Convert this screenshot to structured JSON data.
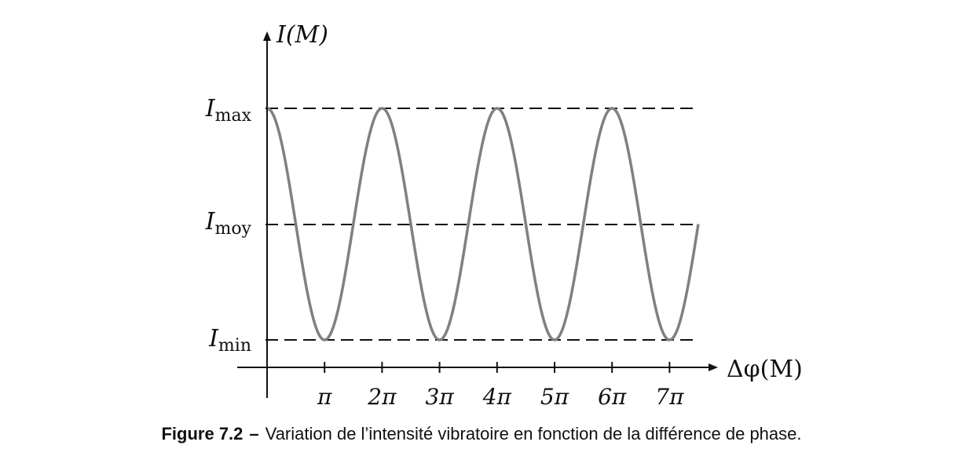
{
  "chart_data": {
    "type": "line",
    "title": "",
    "ylabel": "I(M)",
    "xlabel": "Δφ(M)",
    "x_range_pi": [
      0,
      7.5
    ],
    "y_levels": [
      {
        "key": "max",
        "label": "I",
        "sub": "max",
        "value": 1
      },
      {
        "key": "moy",
        "label": "I",
        "sub": "moy",
        "value": 0
      },
      {
        "key": "min",
        "label": "I",
        "sub": "min",
        "value": -1
      }
    ],
    "x_ticks": [
      "π",
      "2π",
      "3π",
      "4π",
      "5π",
      "6π",
      "7π"
    ],
    "series": [
      {
        "function": "I_moy + (I_max - I_moy)·cos(Δφ)",
        "color": "#808080"
      }
    ],
    "reference_lines": "dashed at I_max, I_moy, I_min",
    "grid": false
  },
  "caption": {
    "label": "Figure 7.2",
    "separator": "–",
    "text": "Variation de l’intensité vibratoire en fonction de la différence de phase."
  }
}
